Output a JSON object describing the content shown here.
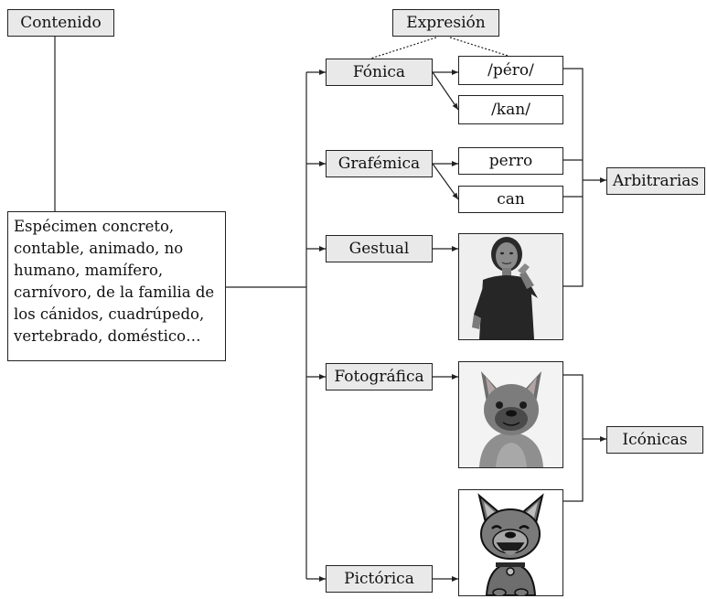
{
  "labels": {
    "contenido": "Contenido",
    "expresion": "Expresión",
    "fonica": "Fónica",
    "grafemica": "Grafémica",
    "gestual": "Gestual",
    "fotografica": "Fotográfica",
    "pictorica": "Pictórica",
    "pero": "/péro/",
    "kan": "/kan/",
    "perro": "perro",
    "can": "can",
    "arbitrarias": "Arbitrarias",
    "iconicas": "Icónicas"
  },
  "content_lines": [
    "Espécimen concreto,",
    "contable, animado, no",
    "humano, mamífero,",
    "carnívoro, de la familia de",
    "los cánidos, cuadrúpedo,",
    "vertebrado, doméstico…"
  ]
}
